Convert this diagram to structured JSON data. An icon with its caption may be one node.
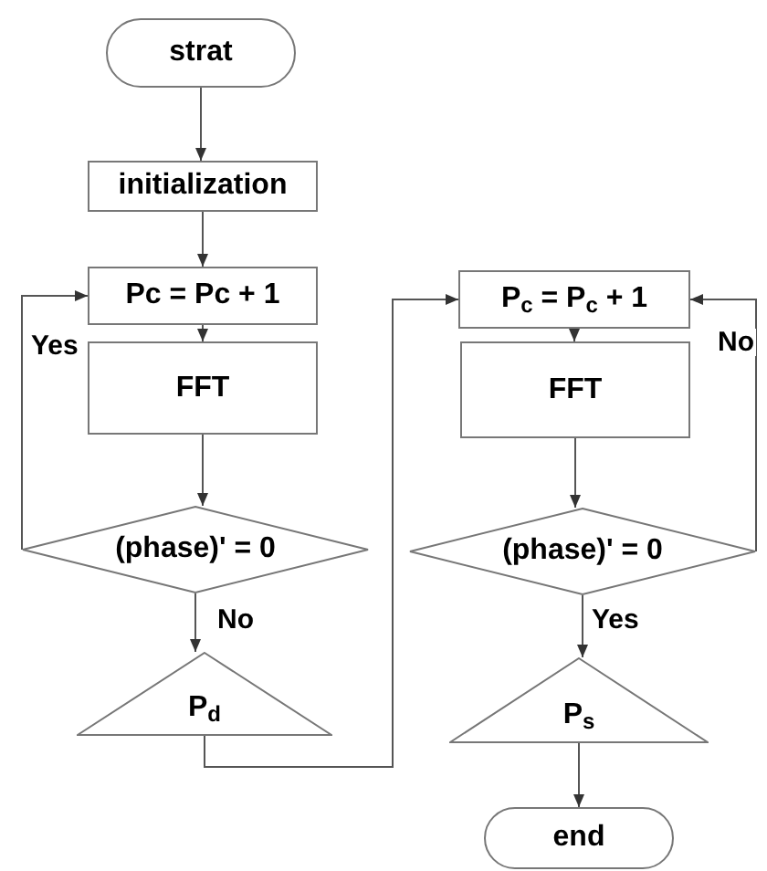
{
  "diagram": {
    "nodes": [
      {
        "text": [
          "strat"
        ]
      },
      {
        "text": [
          "initialization"
        ]
      },
      {
        "text": [
          "Pc = Pc + 1"
        ]
      },
      {
        "text": [
          "FFT"
        ]
      },
      {
        "text": [
          "(phase)' = 0"
        ]
      },
      {
        "text": [
          "P$_{d}$"
        ]
      },
      {
        "text": [
          "P$_{c}$ = P$_{c}$ + 1"
        ]
      },
      {
        "text": [
          "FFT"
        ]
      },
      {
        "text": [
          "(phase)' = 0"
        ]
      },
      {
        "text": [
          "P$_{s}$"
        ]
      },
      {
        "text": [
          "end"
        ]
      }
    ],
    "edges": [
      {
        "from": 0,
        "to": 1,
        "arrow": "to"
      },
      {
        "from": 1,
        "to": 2,
        "arrow": "to"
      },
      {
        "from": 2,
        "to": 3,
        "arrow": "to"
      },
      {
        "from": 3,
        "to": 4,
        "arrow": "to"
      },
      {
        "from": 4,
        "to": 2,
        "arrow": "to",
        "label": "Yes"
      },
      {
        "from": 4,
        "to": 5,
        "arrow": "to",
        "label": "No"
      },
      {
        "from": 5,
        "to": 6,
        "arrow": "to"
      },
      {
        "from": 6,
        "to": 7,
        "arrow": "to"
      },
      {
        "from": 7,
        "to": 8,
        "arrow": "to"
      },
      {
        "from": 8,
        "to": 6,
        "arrow": "to",
        "label": "No"
      },
      {
        "from": 8,
        "to": 9,
        "arrow": "to",
        "label": "Yes"
      },
      {
        "from": 9,
        "to": 10,
        "arrow": "to"
      }
    ]
  }
}
